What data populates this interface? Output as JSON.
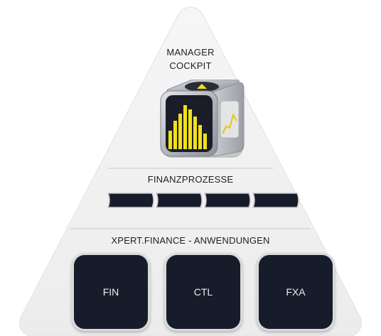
{
  "pyramid": {
    "top": {
      "title_line1": "MANAGER",
      "title_line2": "COCKPIT"
    },
    "middle": {
      "title": "FINANZPROZESSE",
      "process_steps": 4
    },
    "bottom": {
      "title": "XPERT.FINANCE - ANWENDUNGEN",
      "modules": [
        "FIN",
        "CTL",
        "FXA"
      ]
    }
  },
  "colors": {
    "pyramid_fill": "#f0f0f0",
    "divider": "#d3d3d3",
    "module_dark": "#171c2b",
    "module_text": "#e9ecf3",
    "bar_yellow": "#f2e01a",
    "cube_metal": "#b9bcc2"
  },
  "icons": [
    "cockpit-cube-icon",
    "bar-chart-icon",
    "line-chart-icon",
    "play-arrow-icon"
  ]
}
